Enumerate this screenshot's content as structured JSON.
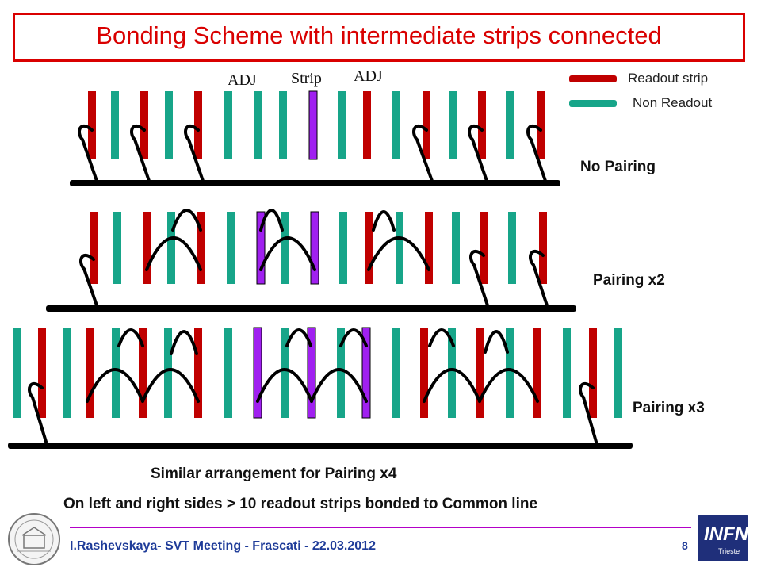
{
  "title": "Bonding Scheme with intermediate strips connected",
  "labels": {
    "adj_left": "ADJ",
    "strip": "Strip",
    "adj_right": "ADJ"
  },
  "legend": {
    "readout": {
      "label": "Readout strip",
      "color": "#c00000"
    },
    "non_readout": {
      "label": "Non Readout",
      "color": "#17a589"
    }
  },
  "rows": [
    {
      "label": "No Pairing"
    },
    {
      "label": "Pairing x2"
    },
    {
      "label": "Pairing x3"
    }
  ],
  "notes": {
    "similar": "Similar arrangement for Pairing x4",
    "sides": "On left and right sides > 10 readout strips bonded to Common line"
  },
  "footer": {
    "text": "I.Rashevskaya- SVT Meeting - Frascati - 22.03.2012",
    "page": "8"
  },
  "logos": {
    "right": "INFN",
    "right_sub": "Trieste"
  },
  "colors": {
    "readout": "#c00000",
    "non_readout": "#17a589",
    "highlight": "#a020f0",
    "bond": "#000000",
    "title": "#d90000"
  }
}
